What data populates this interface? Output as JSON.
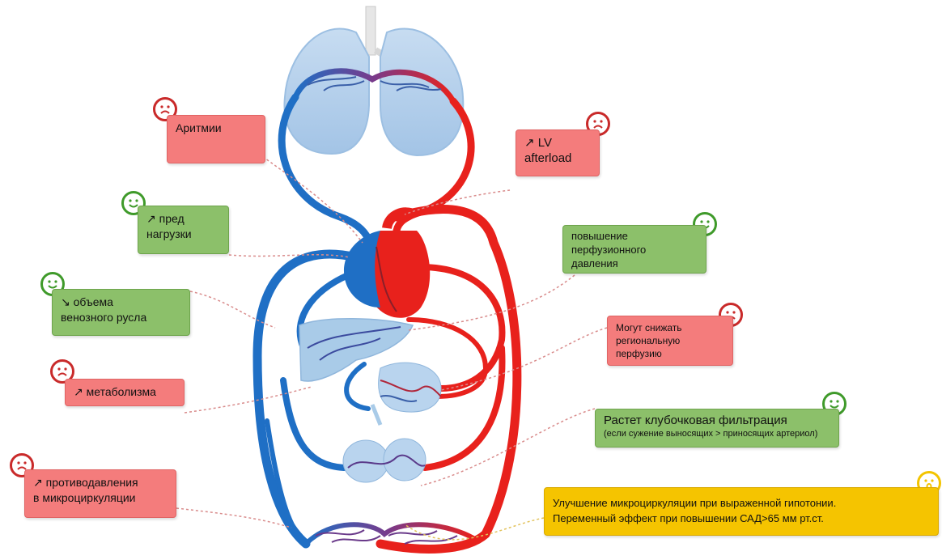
{
  "boxes": {
    "arrhythmia": {
      "lines": [
        "Аритмии"
      ]
    },
    "afterload": {
      "lines": [
        "↗ LV",
        "afterload"
      ]
    },
    "preload": {
      "lines": [
        "↗ пред",
        "нагрузки"
      ]
    },
    "perfusion_pressure": {
      "lines": [
        "повышение",
        "перфузионного",
        "давления"
      ]
    },
    "venous_volume": {
      "lines": [
        "↘ объема",
        "венозного русла"
      ]
    },
    "regional_perfusion": {
      "lines": [
        "Могут снижать",
        "региональную",
        "перфузию"
      ]
    },
    "metabolism": {
      "lines": [
        "↗ метаболизма"
      ]
    },
    "glomerular": {
      "title": "Растет клубочковая фильтрация",
      "note": "(если сужение выносящих > приносящих артериол)"
    },
    "backpressure": {
      "lines": [
        "↗  противодавления",
        "в микроциркуляции"
      ]
    },
    "microcirculation": {
      "lines": [
        "Улучшение микроциркуляции при выраженной гипотонии.",
        "Переменный эффект при повышении САД>65 мм рт.ст."
      ]
    }
  },
  "faces": {
    "arrhythmia": "sad",
    "afterload": "sad",
    "preload": "happy",
    "perfusion_pressure": "happy",
    "venous_volume": "happy",
    "regional_perfusion": "sad",
    "metabolism": "sad",
    "glomerular": "happy",
    "backpressure": "sad",
    "microcirculation": "neutral"
  },
  "colors": {
    "negative_box": "#f47c7c",
    "positive_box": "#8cc06a",
    "neutral_box": "#f5c400",
    "venous_blood": "#1f6fc5",
    "arterial_blood": "#e8211c",
    "organ": "#a9cbe8"
  }
}
